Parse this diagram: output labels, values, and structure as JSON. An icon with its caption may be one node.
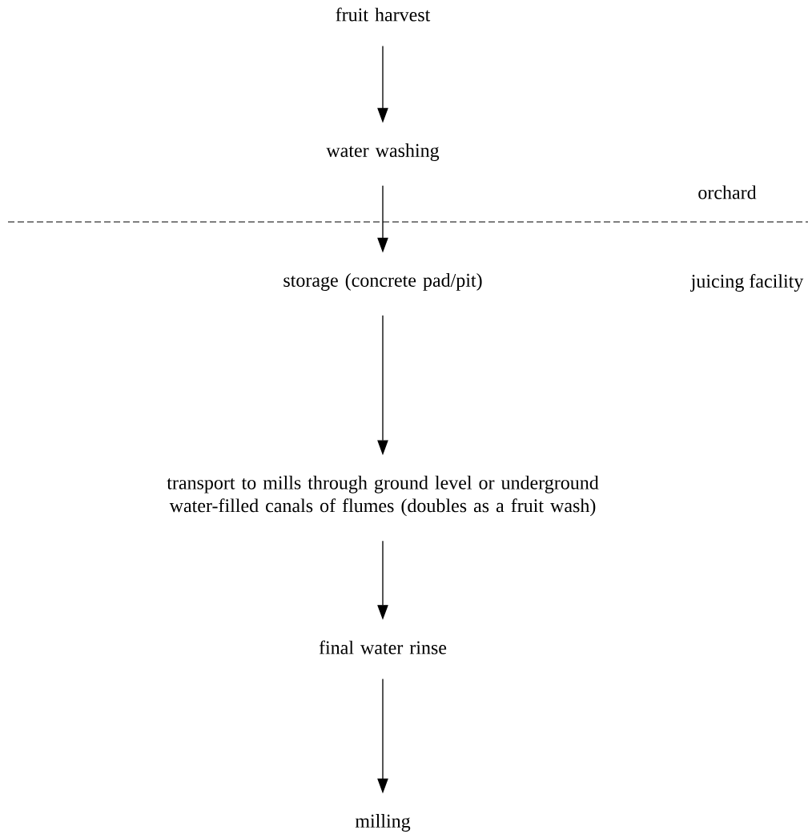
{
  "diagram": {
    "nodes": [
      {
        "text": [
          "fruit harvest"
        ]
      },
      {
        "text": [
          "water washing"
        ]
      },
      {
        "text": [
          "storage (concrete pad/pit)"
        ]
      },
      {
        "text": [
          "transport to mills through ground level or underground water-filled canals of flumes (doubles as a fruit wash)"
        ]
      },
      {
        "text": [
          "final water rinse"
        ]
      },
      {
        "text": [
          "milling"
        ]
      }
    ],
    "edges": [
      {
        "from": 0,
        "to": 1,
        "arrow": "to"
      },
      {
        "from": 1,
        "to": 2,
        "arrow": "to"
      },
      {
        "from": 2,
        "to": 3,
        "arrow": "to"
      },
      {
        "from": 3,
        "to": 4,
        "arrow": "to"
      },
      {
        "from": 4,
        "to": 5,
        "arrow": "to"
      }
    ],
    "labels": [
      "orchard",
      "juicing facility"
    ]
  }
}
